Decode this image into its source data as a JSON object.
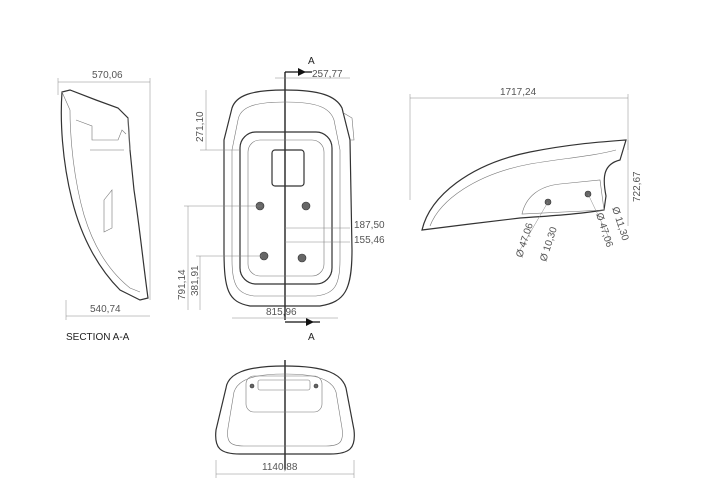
{
  "section_view": {
    "title": "SECTION A-A",
    "dim_top": "570,06",
    "dim_bottom": "540,74"
  },
  "front_view": {
    "section_marker_top": "A",
    "section_marker_bottom": "A",
    "dim_offset_top": "257,77",
    "dim_upper_height": "271,10",
    "dim_right_1": "187,50",
    "dim_right_2": "155,46",
    "dim_total_height": "791,14",
    "dim_lower_height": "381,91",
    "dim_width": "815,96"
  },
  "side_view": {
    "dim_length": "1717,24",
    "dim_height": "722,67",
    "dim_hole_1": "Ø 47,06",
    "dim_hole_2": "Ø 10,30",
    "dim_hole_3": "Ø 47,06",
    "dim_hole_4": "Ø 11,30"
  },
  "bottom_view": {
    "dim_width": "1140,88"
  }
}
